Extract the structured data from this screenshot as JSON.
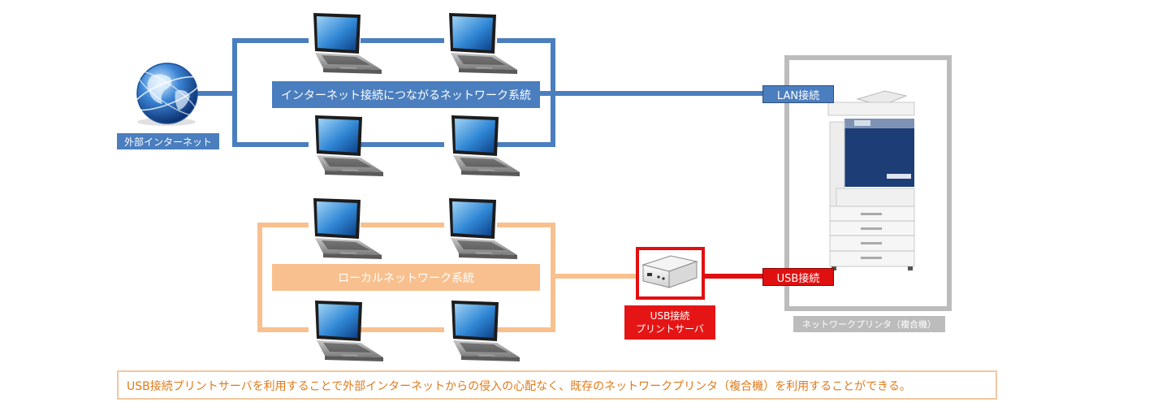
{
  "labels": {
    "internet_external": "外部インターネット",
    "internet_network": "インターネット接続につながるネットワーク系統",
    "local_network": "ローカルネットワーク系統",
    "lan_connection": "LAN接続",
    "usb_connection": "USB接続",
    "print_server_line1": "USB接続",
    "print_server_line2": "プリントサーバ",
    "network_printer": "ネットワークプリンタ（複合機）"
  },
  "note": "USB接続プリントサーバを利用することで外部インターネットからの侵入の心配なく、既存のネットワークプリンタ（複合機）を利用することができる。",
  "colors": {
    "internet_network": "#4a7ebf",
    "local_network": "#f8c08e",
    "usb": "#e01010",
    "printer_frame": "#bcbcbc",
    "note_text": "#e07a1a",
    "note_border": "#f4c7a0"
  },
  "icons": {
    "external_internet": "globe-icon",
    "clients": "laptop-icon",
    "print_server": "usb-print-server-icon",
    "printer": "multifunction-printer-icon"
  }
}
